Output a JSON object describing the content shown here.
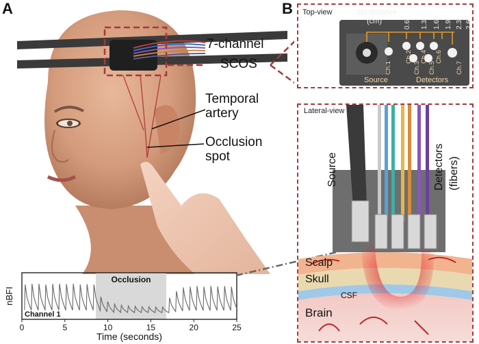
{
  "panels": {
    "a": "A",
    "b": "B"
  },
  "callouts": {
    "seven_channel": "7-channel",
    "scos": "SCOS",
    "temporal": "Temporal",
    "artery": "artery",
    "occlusion": "Occlusion",
    "spot": "spot"
  },
  "top_view": {
    "title": "Top-view",
    "sd_distance": "SD distance",
    "sd_unit": "(cm)",
    "distances": [
      "0.6",
      "1.3",
      "1.6",
      "1.9",
      "2.3",
      "2.6"
    ],
    "channels": [
      "Ch.1",
      "Ch.2",
      "Ch.3",
      "Ch.4",
      "Ch.5",
      "Ch.6",
      "Ch.7"
    ],
    "source_label": "Source",
    "detectors_label": "Detectors"
  },
  "lateral_view": {
    "title": "Lateral-view",
    "source": "Source",
    "detectors": "Detectors",
    "fibers": "(fibers)",
    "layers": {
      "scalp": "Scalp",
      "skull": "Skull",
      "csf": "CSF",
      "brain": "Brain"
    }
  },
  "colors": {
    "frame_red": "#a33a3a",
    "fiber_colors": [
      "#c9c9c9",
      "#5aa0d8",
      "#3cb0a6",
      "#e6b64a",
      "#d98c3a",
      "#8a56b8",
      "#6a3fa0"
    ]
  },
  "chart_data": {
    "type": "line",
    "title": "",
    "xlabel": "Time (seconds)",
    "ylabel": "nBFI",
    "xlim": [
      0,
      25
    ],
    "xticks": [
      0,
      5,
      10,
      15,
      20,
      25
    ],
    "series_label": "Channel 1",
    "annotation": {
      "label": "Occlusion",
      "start": 8.6,
      "end": 16.8
    },
    "beats": [
      {
        "t": 0.3,
        "amp": 0.78
      },
      {
        "t": 1.1,
        "amp": 0.8
      },
      {
        "t": 1.9,
        "amp": 0.8
      },
      {
        "t": 2.7,
        "amp": 0.78
      },
      {
        "t": 3.5,
        "amp": 0.8
      },
      {
        "t": 4.3,
        "amp": 0.8
      },
      {
        "t": 5.1,
        "amp": 0.79
      },
      {
        "t": 5.9,
        "amp": 0.8
      },
      {
        "t": 6.7,
        "amp": 0.78
      },
      {
        "t": 7.5,
        "amp": 0.79
      },
      {
        "t": 8.3,
        "amp": 0.78
      },
      {
        "t": 9.1,
        "amp": 0.45
      },
      {
        "t": 9.9,
        "amp": 0.32
      },
      {
        "t": 10.7,
        "amp": 0.25
      },
      {
        "t": 11.5,
        "amp": 0.22
      },
      {
        "t": 12.3,
        "amp": 0.2
      },
      {
        "t": 13.1,
        "amp": 0.19
      },
      {
        "t": 13.9,
        "amp": 0.18
      },
      {
        "t": 14.7,
        "amp": 0.18
      },
      {
        "t": 15.5,
        "amp": 0.17
      },
      {
        "t": 16.3,
        "amp": 0.17
      },
      {
        "t": 17.1,
        "amp": 0.42
      },
      {
        "t": 17.9,
        "amp": 0.6
      },
      {
        "t": 18.7,
        "amp": 0.7
      },
      {
        "t": 19.5,
        "amp": 0.72
      },
      {
        "t": 20.3,
        "amp": 0.74
      },
      {
        "t": 21.1,
        "amp": 0.72
      },
      {
        "t": 21.9,
        "amp": 0.74
      },
      {
        "t": 22.7,
        "amp": 0.73
      },
      {
        "t": 23.5,
        "amp": 0.74
      },
      {
        "t": 24.3,
        "amp": 0.72
      }
    ]
  }
}
